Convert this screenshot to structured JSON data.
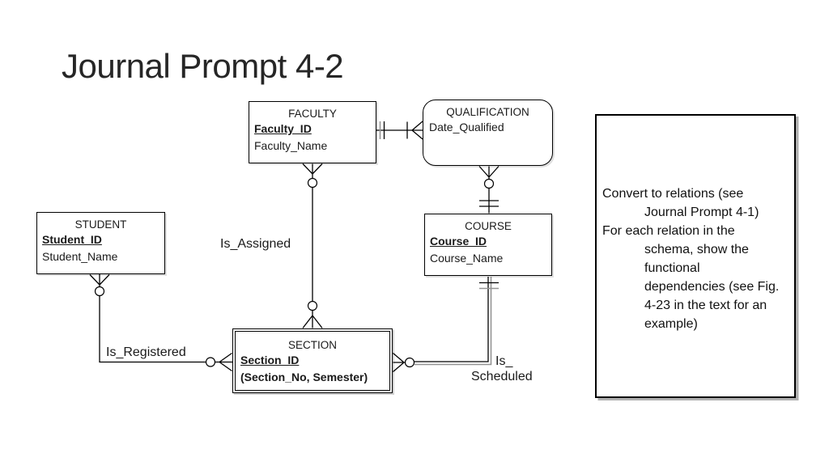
{
  "slide_title": "Journal Prompt 4-2",
  "entities": {
    "faculty": {
      "title": "FACULTY",
      "attr1": "Faculty_ID",
      "attr2": "Faculty_Name"
    },
    "qualification": {
      "title": "QUALIFICATION",
      "attr1": "Date_Qualified"
    },
    "student": {
      "title": "STUDENT",
      "attr1": "Student_ID",
      "attr2": "Student_Name"
    },
    "course": {
      "title": "COURSE",
      "attr1": "Course_ID",
      "attr2": "Course_Name"
    },
    "section": {
      "title": "SECTION",
      "attr1": "Section_ID",
      "attr2": "(Section_No, Semester)"
    }
  },
  "relationships": {
    "is_assigned": "Is_Assigned",
    "is_registered": "Is_Registered",
    "is_scheduled_line1": "Is_",
    "is_scheduled_line2": "Scheduled"
  },
  "note": {
    "lines": [
      {
        "text": "Convert to relations (see"
      },
      {
        "text": "Journal Prompt 4-1)"
      },
      {
        "text": "For each relation in the"
      },
      {
        "text": "schema, show the"
      },
      {
        "text": "functional"
      },
      {
        "text": "dependencies (see Fig."
      },
      {
        "text": "4-23 in the text for an"
      },
      {
        "text": "example)"
      }
    ]
  },
  "colors": {
    "line": "#000000",
    "text": "#1a1a1a",
    "background": "#ffffff",
    "shadow_gray": "#939393"
  }
}
